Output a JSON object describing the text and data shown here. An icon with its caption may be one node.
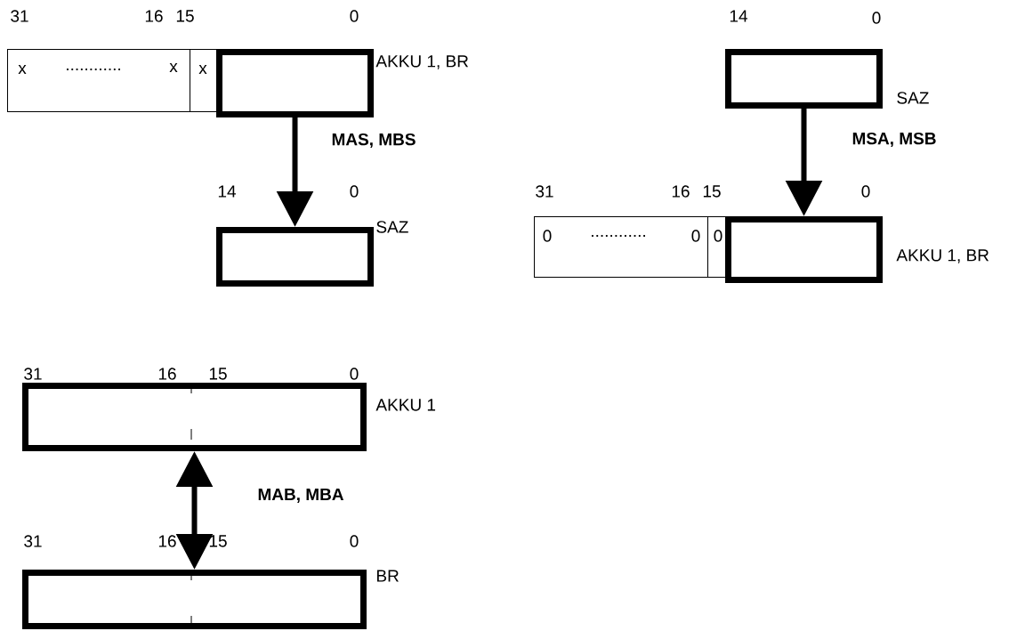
{
  "diagram": {
    "nodes": [
      {
        "text": [
          "x",
          "............",
          "x"
        ]
      },
      {
        "text": [
          "x"
        ]
      },
      {
        "text": [],
        "shape": "box",
        "beside": [
          "AKKU 1, BR"
        ]
      },
      {
        "text": [],
        "shape": "box",
        "beside": [
          "SAZ"
        ]
      },
      {
        "text": [],
        "shape": "box",
        "beside": [
          "SAZ"
        ]
      },
      {
        "text": [
          "0",
          "............",
          "0"
        ]
      },
      {
        "text": [
          "0"
        ]
      },
      {
        "text": [],
        "shape": "box",
        "beside": [
          "AKKU 1, BR"
        ]
      },
      {
        "text": [],
        "shape": "box",
        "beside": [
          "AKKU 1"
        ]
      },
      {
        "text": [],
        "shape": "box",
        "beside": [
          "BR"
        ]
      }
    ],
    "edges": [
      {
        "from": 2,
        "to": 3,
        "arrow": "to",
        "label": "MAS, MBS"
      },
      {
        "from": 4,
        "to": 7,
        "arrow": "to",
        "label": "MSA, MSB"
      },
      {
        "from": 8,
        "to": 9,
        "arrow": "both",
        "label": "MAB, MBA"
      }
    ],
    "labels": [
      "31",
      "16",
      "15",
      "0",
      "14",
      "0",
      "14",
      "0",
      "31",
      "16",
      "15",
      "0",
      "31",
      "16",
      "15",
      "0",
      "31",
      "16",
      "15",
      "0"
    ]
  }
}
